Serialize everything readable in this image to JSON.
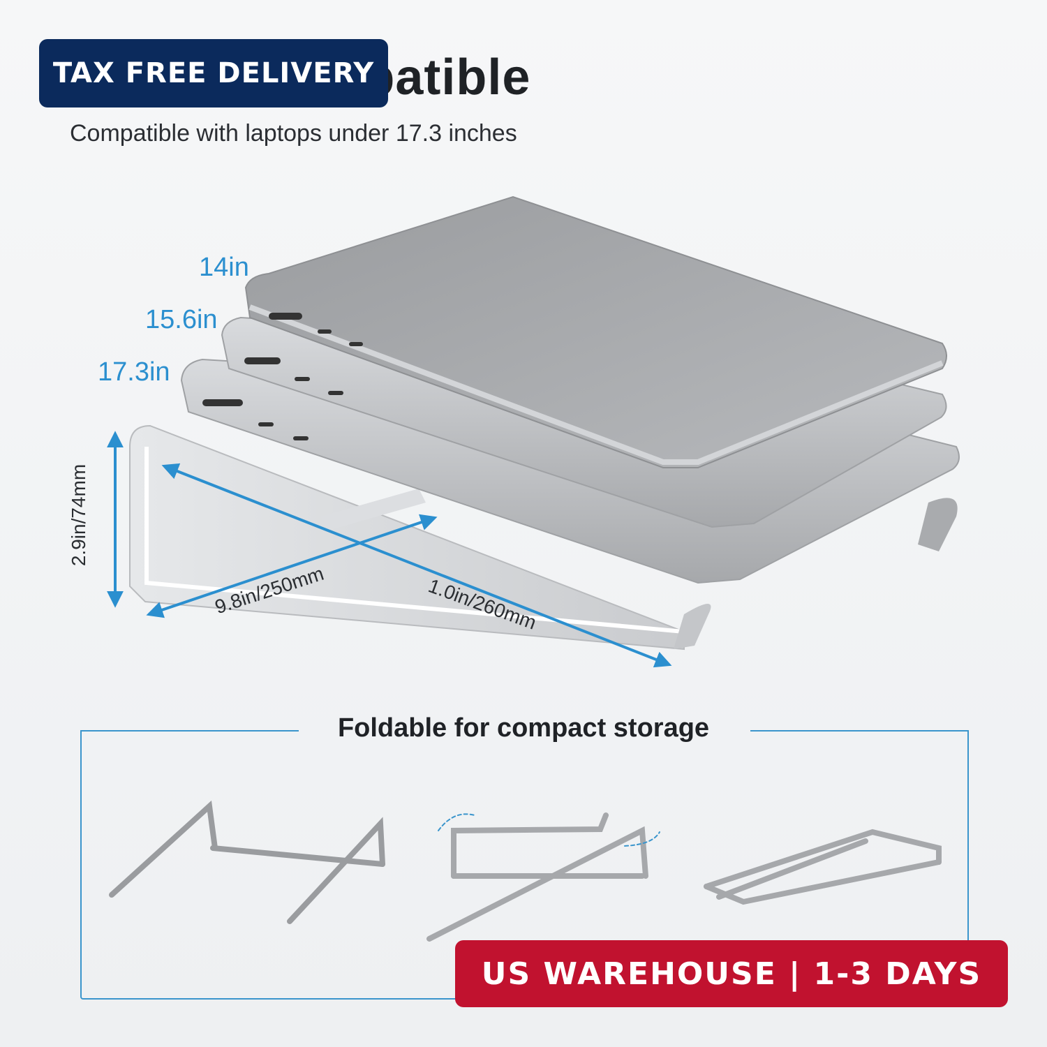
{
  "headline": "Widely Compatible",
  "subtitle": "Compatible with laptops under 17.3 inches",
  "badges": {
    "top": "TAX FREE DELIVERY",
    "bottom": "US WAREHOUSE | 1-3 DAYS"
  },
  "laptop_sizes": [
    "14in",
    "15.6in",
    "17.3in"
  ],
  "dimensions": {
    "height": "2.9in/74mm",
    "depth": "9.8in/250mm",
    "width": "1.0in/260mm"
  },
  "fold_section": {
    "title": "Foldable for compact storage"
  },
  "colors": {
    "accent_blue": "#2b8fcf",
    "badge_navy": "#0b2a5c",
    "badge_red": "#c1122f"
  }
}
